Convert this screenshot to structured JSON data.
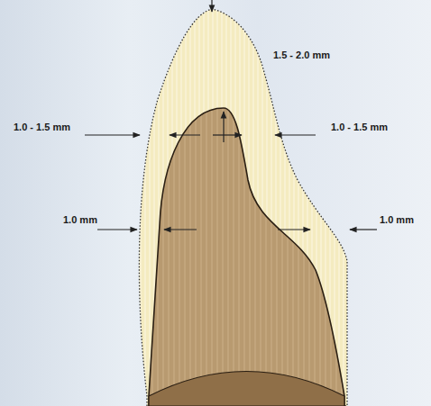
{
  "diagram": {
    "labels": [
      "1.5 - 2.0 mm",
      "1.0 - 1.5 mm",
      "1.0 - 1.5 mm",
      "1.0 mm",
      "1.0 mm"
    ]
  }
}
